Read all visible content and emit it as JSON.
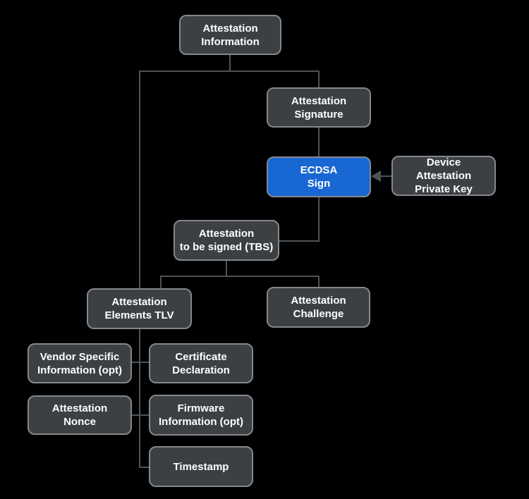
{
  "diagram": {
    "description": "Device attestation information flow diagram",
    "nodes": {
      "attestation_information": {
        "label": "Attestation\nInformation"
      },
      "attestation_signature": {
        "label": "Attestation\nSignature"
      },
      "ecdsa_sign": {
        "label": "ECDSA\nSign",
        "highlighted": true
      },
      "device_attestation_private_key": {
        "label": "Device\nAttestation\nPrivate Key"
      },
      "attestation_tbs": {
        "label": "Attestation\nto be signed (TBS)"
      },
      "attestation_elements_tlv": {
        "label": "Attestation\nElements TLV"
      },
      "attestation_challenge": {
        "label": "Attestation\nChallenge"
      },
      "vendor_specific_information": {
        "label": "Vendor Specific\nInformation (opt)"
      },
      "certificate_declaration": {
        "label": "Certificate\nDeclaration"
      },
      "attestation_nonce": {
        "label": "Attestation\nNonce"
      },
      "firmware_information": {
        "label": "Firmware\nInformation (opt)"
      },
      "timestamp": {
        "label": "Timestamp"
      }
    },
    "edges": [
      {
        "from": "attestation_information",
        "to": "attestation_signature",
        "arrow": false
      },
      {
        "from": "attestation_information",
        "to": "attestation_elements_tlv",
        "arrow": false
      },
      {
        "from": "attestation_signature",
        "to": "ecdsa_sign",
        "arrow": false
      },
      {
        "from": "device_attestation_private_key",
        "to": "ecdsa_sign",
        "arrow": true
      },
      {
        "from": "ecdsa_sign",
        "to": "attestation_tbs",
        "arrow": false
      },
      {
        "from": "attestation_tbs",
        "to": "attestation_elements_tlv",
        "arrow": false
      },
      {
        "from": "attestation_tbs",
        "to": "attestation_challenge",
        "arrow": false
      },
      {
        "from": "attestation_elements_tlv",
        "to": "vendor_specific_information",
        "arrow": false
      },
      {
        "from": "attestation_elements_tlv",
        "to": "certificate_declaration",
        "arrow": false
      },
      {
        "from": "attestation_elements_tlv",
        "to": "attestation_nonce",
        "arrow": false
      },
      {
        "from": "attestation_elements_tlv",
        "to": "firmware_information",
        "arrow": false
      },
      {
        "from": "attestation_elements_tlv",
        "to": "timestamp",
        "arrow": false
      }
    ]
  },
  "colors": {
    "background": "#000000",
    "node_fill": "#3C4043",
    "node_border": "#84888D",
    "connector": "#4E5358",
    "accent_blue": "#1967D2",
    "text": "#FFFFFF"
  }
}
